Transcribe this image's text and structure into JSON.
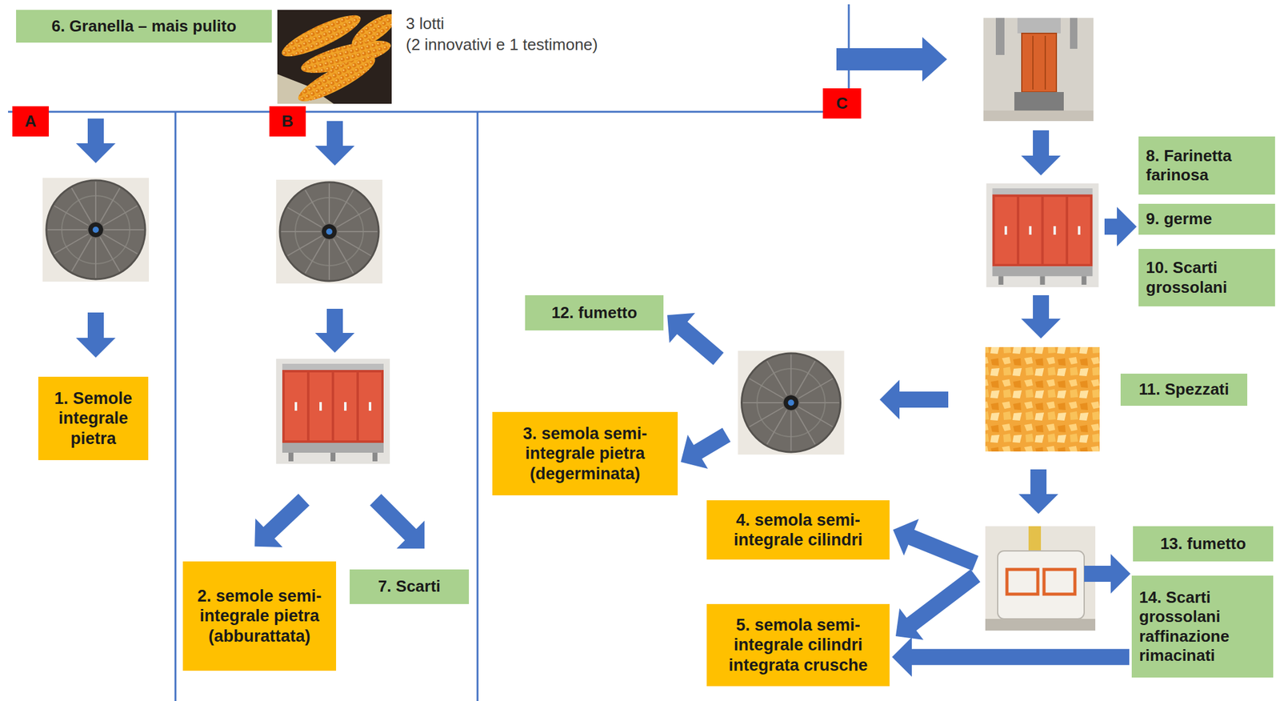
{
  "diagram": {
    "nodes": [
      {
        "text": [
          "6. Granella – mais pulito"
        ]
      },
      {
        "text": [
          "A"
        ]
      },
      {
        "text": [
          "B"
        ]
      },
      {
        "text": [
          "C"
        ]
      },
      {
        "text": [
          "8. Farinetta farinosa"
        ]
      },
      {
        "text": [
          "9. germe"
        ]
      },
      {
        "text": [
          "10. Scarti grossolani"
        ]
      },
      {
        "text": [
          "12. fumetto"
        ]
      },
      {
        "text": [
          "11. Spezzati"
        ]
      },
      {
        "text": [
          "1. Semole integrale pietra"
        ]
      },
      {
        "text": [
          "3. semola semi-integrale pietra (degerminata)"
        ]
      },
      {
        "text": [
          "4. semola semi-integrale cilindri"
        ]
      },
      {
        "text": [
          "13. fumetto"
        ]
      },
      {
        "text": [
          "14. Scarti grossolani raffinazione rimacinati"
        ]
      },
      {
        "text": [
          "2. semole semi-integrale pietra (abburattata)"
        ]
      },
      {
        "text": [
          "7. Scarti"
        ]
      },
      {
        "text": [
          "5. semola semi-integrale cilindri integrata crusche"
        ]
      }
    ],
    "edges": [
      {
        "from": 13,
        "to": 16,
        "arrow": "to"
      }
    ],
    "labels": [
      "3 lotti",
      "(2 innovativi e 1 testimone)"
    ]
  }
}
